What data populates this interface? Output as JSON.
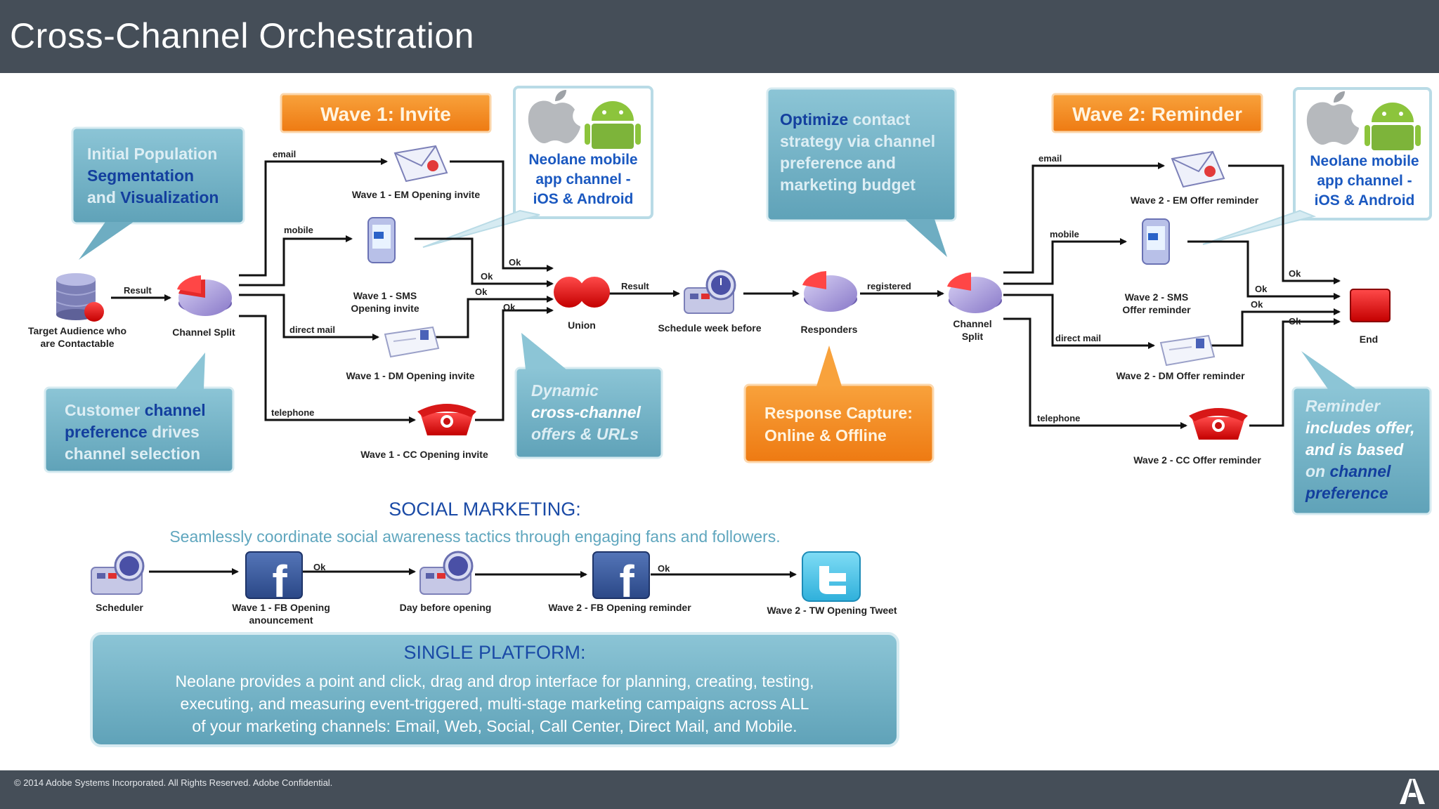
{
  "header": {
    "title": "Cross-Channel Orchestration"
  },
  "footer": {
    "copyright": "© 2014 Adobe Systems Incorporated. All Rights Reserved. Adobe Confidential."
  },
  "waves": {
    "wave1": "Wave 1: Invite",
    "wave2": "Wave 2: Reminder"
  },
  "callouts": {
    "segmentation": {
      "l1": "Initial Population",
      "l2": "Segmentation",
      "l3a": "and ",
      "l3b": "Visualization"
    },
    "channel_pref": {
      "l1a": "Customer ",
      "l1b": "channel",
      "l2a": "preference",
      "l2b": " drives",
      "l3": "channel selection"
    },
    "mobile1": {
      "l1": "Neolane mobile",
      "l2": "app channel -",
      "l3": "iOS & Android"
    },
    "mobile2": {
      "l1": "Neolane mobile",
      "l2": "app channel -",
      "l3": "iOS & Android"
    },
    "dynamic": {
      "l1": "Dynamic",
      "l2": "cross-channel",
      "l3": "offers & URLs"
    },
    "optimize": {
      "l1a": "Optimize",
      "l1b": " contact",
      "l2": "strategy via channel",
      "l3": "preference and",
      "l4": "marketing budget"
    },
    "response": {
      "l1": "Response Capture:",
      "l2": "Online & Offline"
    },
    "reminder": {
      "l1": "Reminder",
      "l2": "includes offer,",
      "l3": "and is based",
      "l4a": "on ",
      "l4b": "channel",
      "l5": "preference"
    }
  },
  "nodes": {
    "target": {
      "l1": "Target Audience who",
      "l2": "are Contactable"
    },
    "split1": "Channel Split",
    "em1": "Wave 1 - EM Opening  invite",
    "sms1": {
      "l1": "Wave 1 - SMS",
      "l2": "Opening invite"
    },
    "dm1": "Wave 1 - DM Opening invite",
    "cc1": "Wave 1 - CC Opening invite",
    "union": "Union",
    "schedule": "Schedule week before",
    "responders": "Responders",
    "split2": {
      "l1": "Channel",
      "l2": "Split"
    },
    "em2": "Wave 2 - EM Offer reminder",
    "sms2": {
      "l1": "Wave 2 - SMS",
      "l2": "Offer reminder"
    },
    "dm2": "Wave 2 - DM Offer reminder",
    "cc2": "Wave 2 - CC Offer reminder",
    "end": "End"
  },
  "links": {
    "result": "Result",
    "email": "email",
    "mobile": "mobile",
    "direct_mail": "direct mail",
    "telephone": "telephone",
    "ok": "Ok",
    "registered": "registered"
  },
  "social": {
    "title": "SOCIAL MARKETING:",
    "subtitle": "Seamlessly coordinate social awareness tactics through engaging fans and followers.",
    "scheduler": "Scheduler",
    "fb1": {
      "l1": "Wave 1 - FB Opening",
      "l2": "anouncement"
    },
    "day_before": "Day before opening",
    "fb2": "Wave 2 - FB Opening reminder",
    "tw": "Wave 2 - TW Opening Tweet",
    "ok": "Ok"
  },
  "platform": {
    "title": "SINGLE PLATFORM:",
    "l1": "Neolane provides a point and click, drag and drop interface for planning, creating, testing,",
    "l2": "executing, and measuring event-triggered, multi-stage marketing campaigns across ALL",
    "l3": "of your marketing channels: Email, Web, Social, Call Center, Direct Mail, and Mobile."
  },
  "colors": {
    "header_bg": "#454e58",
    "callout_teal": "#77b5c8",
    "wave_orange": "#f2881f",
    "accent_blue": "#133f9e"
  },
  "icons": [
    "database-icon",
    "pie-chart-icon",
    "envelope-icon",
    "mobile-phone-icon",
    "letter-icon",
    "telephone-icon",
    "union-icon",
    "scheduler-icon",
    "stop-icon",
    "apple-icon",
    "android-icon",
    "facebook-icon",
    "twitter-icon",
    "adobe-logo-icon"
  ]
}
